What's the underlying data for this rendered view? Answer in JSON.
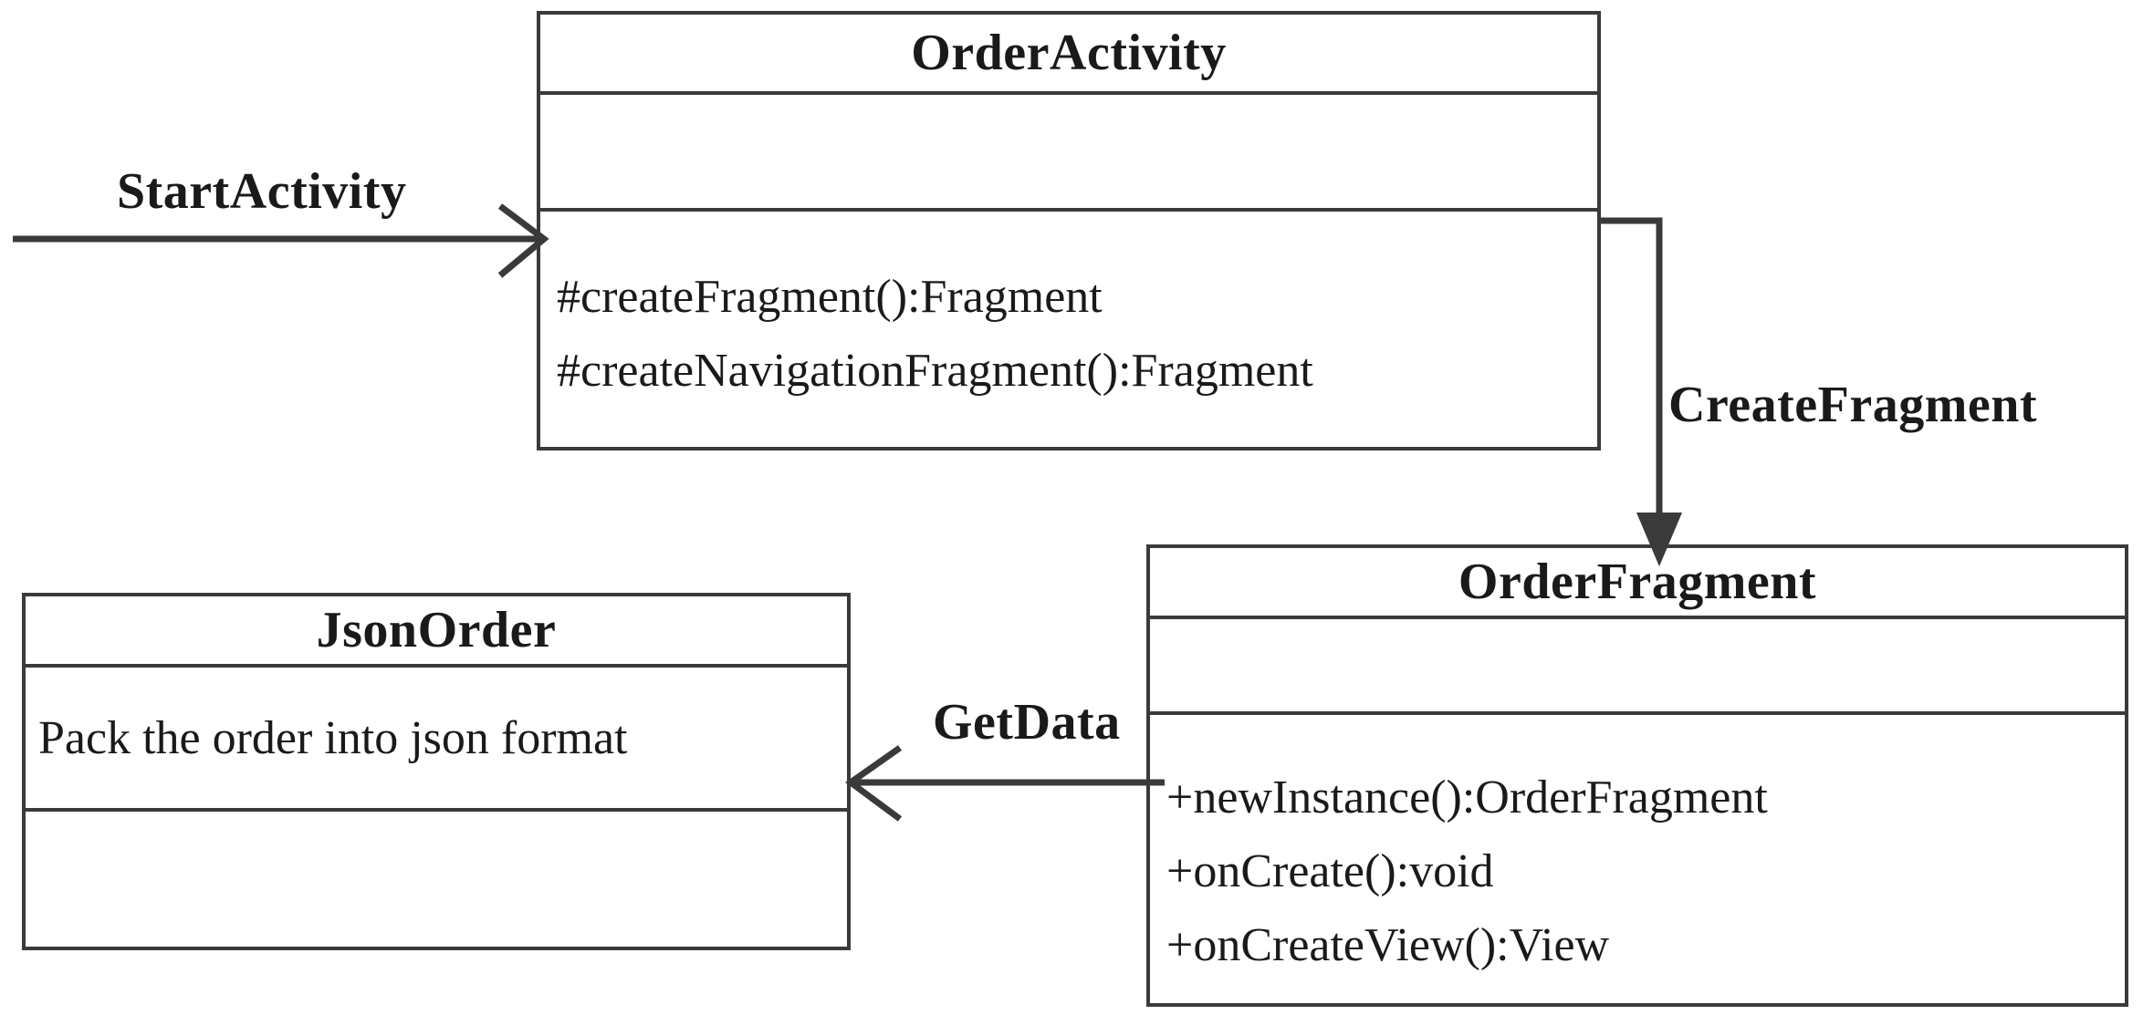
{
  "diagram": {
    "type": "uml-class-diagram",
    "background_color": "#ffffff",
    "stroke_color": "#3a3a3a",
    "text_color": "#1a1a1a"
  },
  "classes": [
    {
      "id": "orderactivity",
      "name": "OrderActivity",
      "attributes": [],
      "methods": [
        "#createFragment():Fragment",
        "#createNavigationFragment():Fragment"
      ]
    },
    {
      "id": "orderfragment",
      "name": "OrderFragment",
      "attributes": [],
      "methods": [
        "+newInstance():OrderFragment",
        "+onCreate():void",
        "+onCreateView():View"
      ]
    },
    {
      "id": "jsonorder",
      "name": "JsonOrder",
      "description": "Pack the order into json format",
      "methods": []
    }
  ],
  "connectors": [
    {
      "id": "startactivity",
      "label": "StartActivity",
      "from": "external",
      "to": "orderactivity",
      "direction": "right",
      "arrowhead": "open"
    },
    {
      "id": "createfragment",
      "label": "CreateFragment",
      "from": "orderactivity",
      "to": "orderfragment",
      "direction": "down",
      "arrowhead": "solid"
    },
    {
      "id": "getdata",
      "label": "GetData",
      "from": "orderfragment",
      "to": "jsonorder",
      "direction": "left",
      "arrowhead": "open"
    }
  ]
}
